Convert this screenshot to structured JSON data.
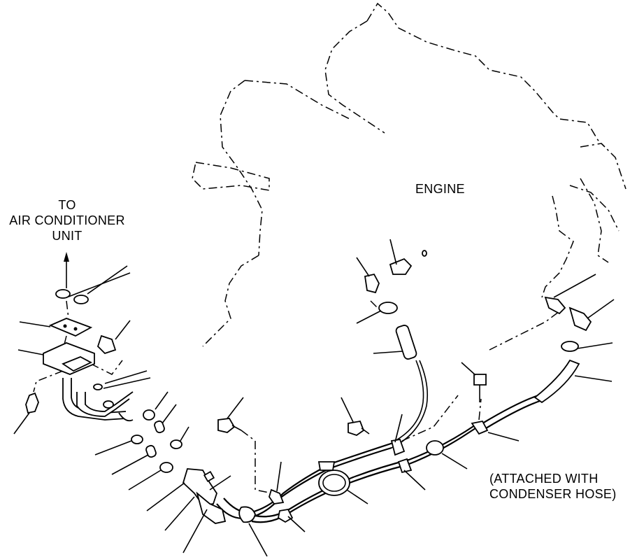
{
  "labels": {
    "engine": "ENGINE",
    "to_ac_line1": "TO",
    "to_ac_line2": "AIR CONDITIONER",
    "to_ac_line3": "UNIT",
    "attached_line1": "(ATTACHED WITH",
    "attached_line2": "CONDENSER HOSE)"
  },
  "colors": {
    "ink": "#000000",
    "paper": "#ffffff"
  }
}
